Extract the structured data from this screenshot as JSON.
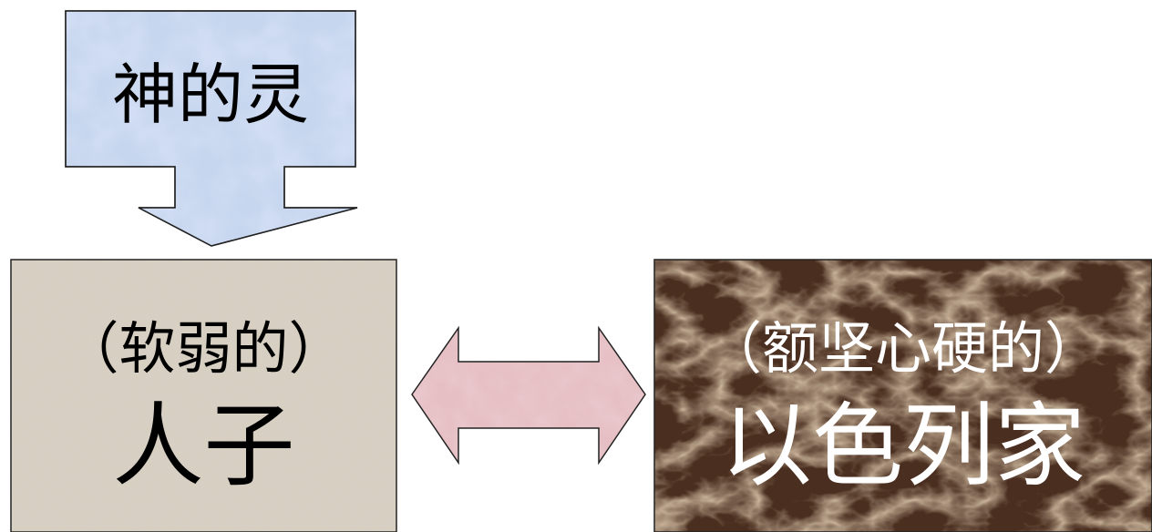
{
  "spirit": {
    "label": "神的灵",
    "fill_color": "#c6d6ee"
  },
  "son_of_man": {
    "subtitle": "（软弱的）",
    "title": "人子",
    "fill_color": "#d8d0c3"
  },
  "house_of_israel": {
    "subtitle": "（额坚心硬的）",
    "title": "以色列家",
    "fill_color": "#4a2e1f",
    "text_color": "#ffffff"
  },
  "double_arrow": {
    "fill_color": "#e6bfc4"
  },
  "icons": {
    "down_arrow": "down-arrow-icon",
    "double_arrow": "double-arrow-icon"
  }
}
